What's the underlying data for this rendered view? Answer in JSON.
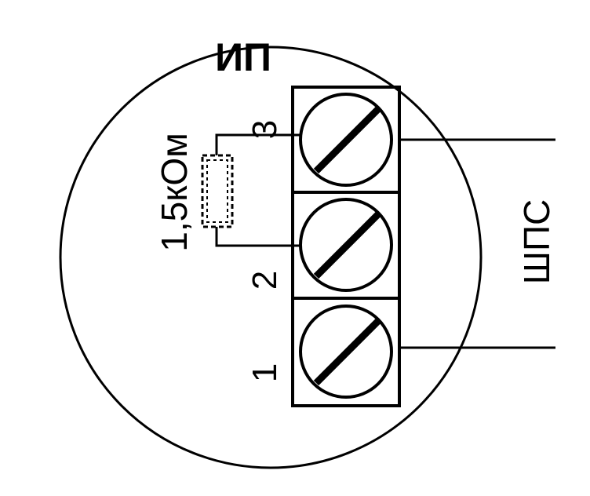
{
  "device_label": "ИП",
  "resistor_label": "1,5кОм",
  "loop_label": "ШПС",
  "terminals": [
    {
      "number": "3"
    },
    {
      "number": "2"
    },
    {
      "number": "1"
    }
  ],
  "colors": {
    "stroke": "#000000",
    "background": "#ffffff"
  }
}
